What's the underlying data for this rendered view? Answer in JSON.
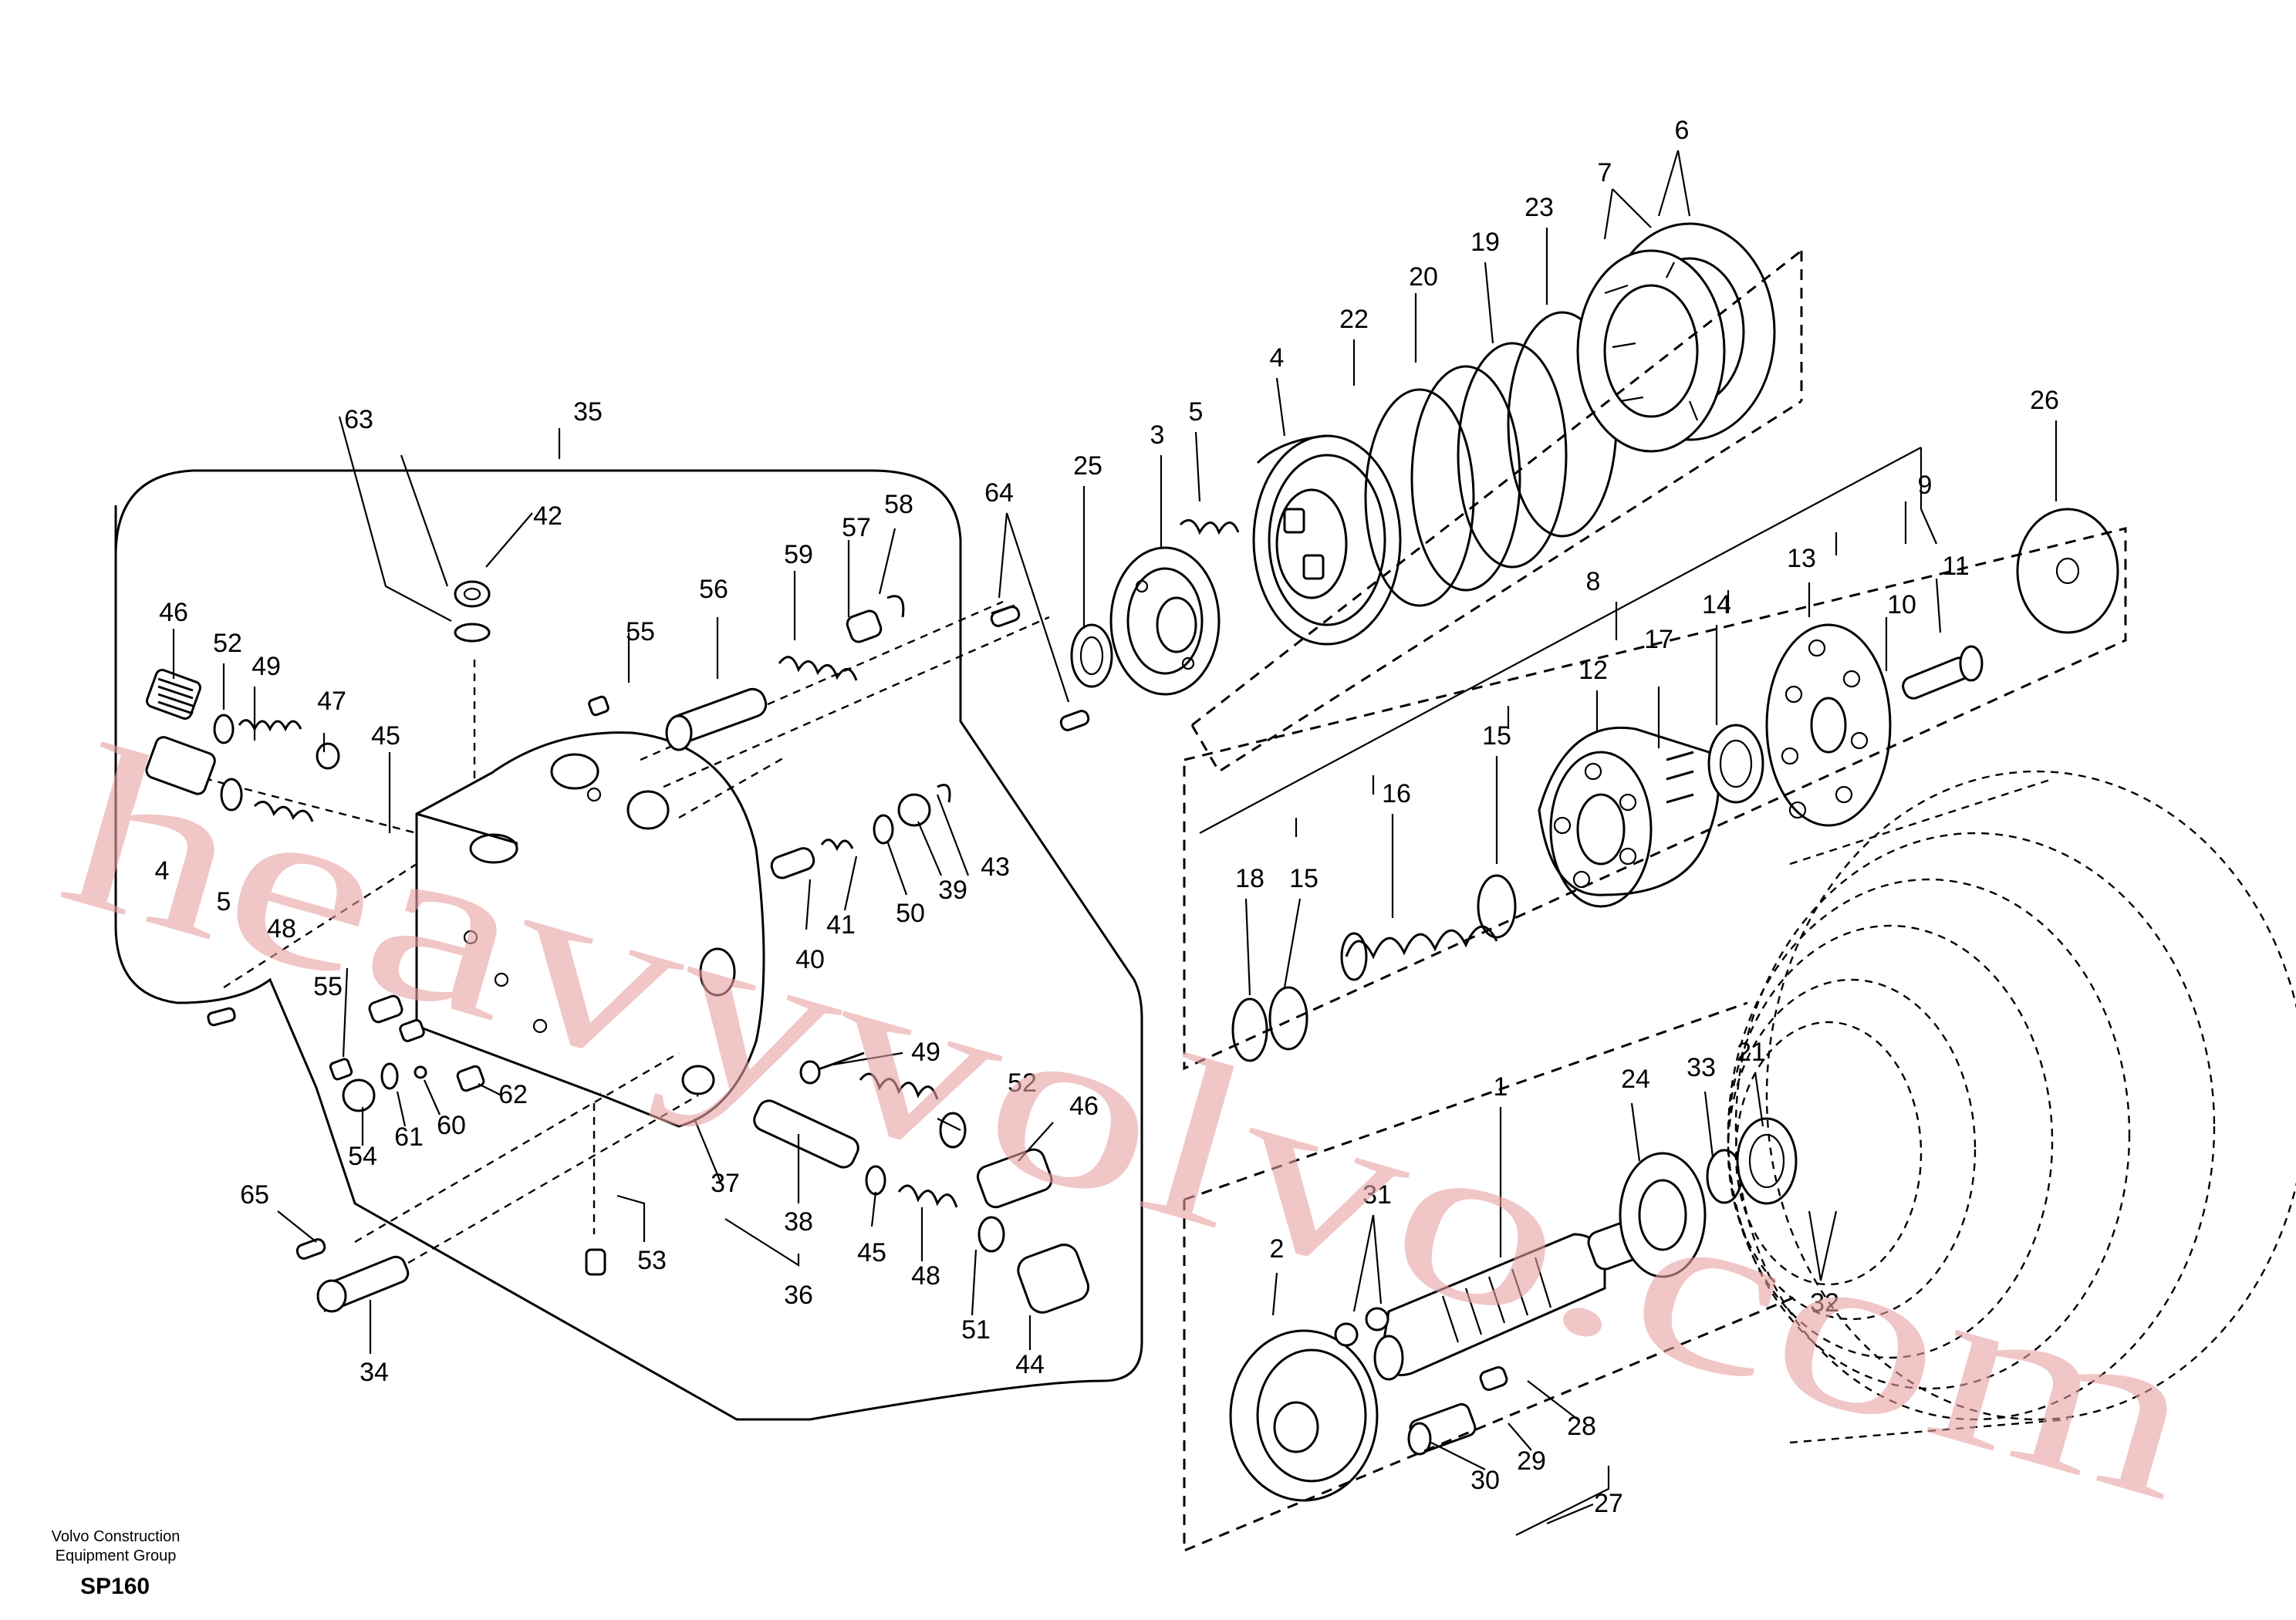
{
  "footer": {
    "org_line1": "Volvo Construction",
    "org_line2": "Equipment Group",
    "code": "SP160"
  },
  "watermark": "heavyvolvo.com",
  "callouts": [
    {
      "id": "c63",
      "text": "63"
    },
    {
      "id": "c35",
      "text": "35"
    },
    {
      "id": "c42",
      "text": "42"
    },
    {
      "id": "c46a",
      "text": "46"
    },
    {
      "id": "c52a",
      "text": "52"
    },
    {
      "id": "c49a",
      "text": "49"
    },
    {
      "id": "c47",
      "text": "47"
    },
    {
      "id": "c45a",
      "text": "45"
    },
    {
      "id": "c4a",
      "text": "4"
    },
    {
      "id": "c5a",
      "text": "5"
    },
    {
      "id": "c48a",
      "text": "48"
    },
    {
      "id": "c55a",
      "text": "55"
    },
    {
      "id": "c56",
      "text": "56"
    },
    {
      "id": "c59",
      "text": "59"
    },
    {
      "id": "c57",
      "text": "57"
    },
    {
      "id": "c58",
      "text": "58"
    },
    {
      "id": "c64",
      "text": "64"
    },
    {
      "id": "c25",
      "text": "25"
    },
    {
      "id": "c3",
      "text": "3"
    },
    {
      "id": "c5b",
      "text": "5"
    },
    {
      "id": "c4b",
      "text": "4"
    },
    {
      "id": "c22",
      "text": "22"
    },
    {
      "id": "c20",
      "text": "20"
    },
    {
      "id": "c19",
      "text": "19"
    },
    {
      "id": "c23",
      "text": "23"
    },
    {
      "id": "c7",
      "text": "7"
    },
    {
      "id": "c6",
      "text": "6"
    },
    {
      "id": "c26",
      "text": "26"
    },
    {
      "id": "c9",
      "text": "9"
    },
    {
      "id": "c13",
      "text": "13"
    },
    {
      "id": "c11",
      "text": "11"
    },
    {
      "id": "c10",
      "text": "10"
    },
    {
      "id": "c8",
      "text": "8"
    },
    {
      "id": "c14",
      "text": "14"
    },
    {
      "id": "c12",
      "text": "12"
    },
    {
      "id": "c17",
      "text": "17"
    },
    {
      "id": "c15a",
      "text": "15"
    },
    {
      "id": "c16",
      "text": "16"
    },
    {
      "id": "c18",
      "text": "18"
    },
    {
      "id": "c15b",
      "text": "15"
    },
    {
      "id": "c43",
      "text": "43"
    },
    {
      "id": "c39",
      "text": "39"
    },
    {
      "id": "c50",
      "text": "50"
    },
    {
      "id": "c41",
      "text": "41"
    },
    {
      "id": "c40",
      "text": "40"
    },
    {
      "id": "c55b",
      "text": "55"
    },
    {
      "id": "c54",
      "text": "54"
    },
    {
      "id": "c61",
      "text": "61"
    },
    {
      "id": "c60",
      "text": "60"
    },
    {
      "id": "c62",
      "text": "62"
    },
    {
      "id": "c49b",
      "text": "49"
    },
    {
      "id": "c52b",
      "text": "52"
    },
    {
      "id": "c46b",
      "text": "46"
    },
    {
      "id": "c37",
      "text": "37"
    },
    {
      "id": "c38",
      "text": "38"
    },
    {
      "id": "c45b",
      "text": "45"
    },
    {
      "id": "c48b",
      "text": "48"
    },
    {
      "id": "c51",
      "text": "51"
    },
    {
      "id": "c44",
      "text": "44"
    },
    {
      "id": "c36",
      "text": "36"
    },
    {
      "id": "c53",
      "text": "53"
    },
    {
      "id": "c65",
      "text": "65"
    },
    {
      "id": "c34",
      "text": "34"
    },
    {
      "id": "c24",
      "text": "24"
    },
    {
      "id": "c33",
      "text": "33"
    },
    {
      "id": "c21",
      "text": "21"
    },
    {
      "id": "c1",
      "text": "1"
    },
    {
      "id": "c31",
      "text": "31"
    },
    {
      "id": "c2",
      "text": "2"
    },
    {
      "id": "c32",
      "text": "32"
    },
    {
      "id": "c28",
      "text": "28"
    },
    {
      "id": "c29",
      "text": "29"
    },
    {
      "id": "c30",
      "text": "30"
    },
    {
      "id": "c27",
      "text": "27"
    }
  ]
}
